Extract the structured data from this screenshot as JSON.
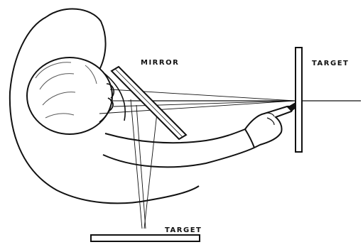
{
  "labels": {
    "mirror": "MIRROR",
    "target_right": "TARGET",
    "target_bottom": "TARGET"
  },
  "colors": {
    "ink": "#111111",
    "paper": "#ffffff"
  }
}
